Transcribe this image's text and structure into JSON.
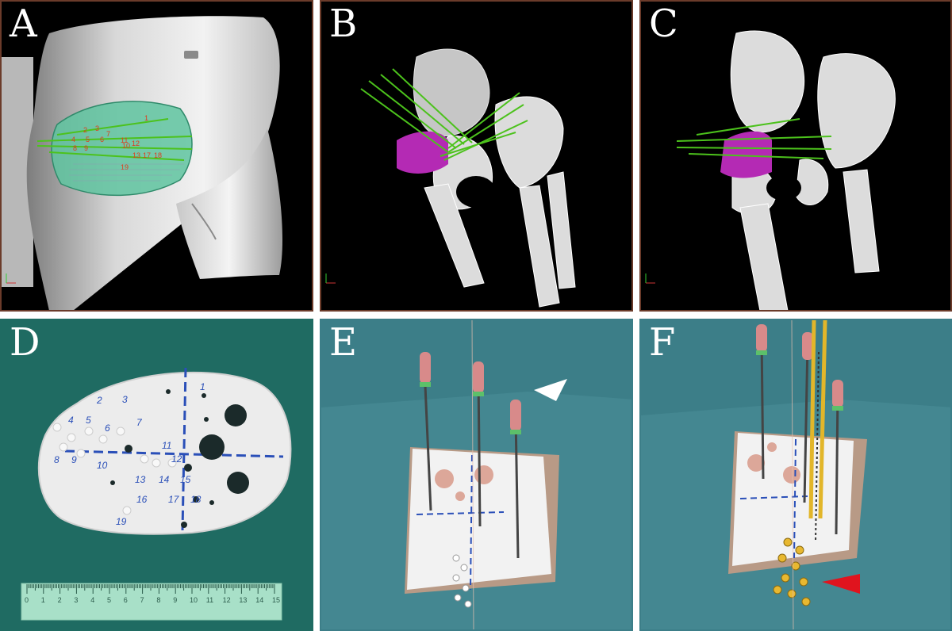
{
  "figure": {
    "panels": [
      {
        "label": "A",
        "content": "3d-body-surface-with-template"
      },
      {
        "label": "B",
        "content": "3d-pelvis-needle-plan"
      },
      {
        "label": "C",
        "content": "3d-pelvis-needle-plan-alt-view"
      },
      {
        "label": "D",
        "content": "printed-template-photo"
      },
      {
        "label": "E",
        "content": "template-on-patient-with-needles"
      },
      {
        "label": "F",
        "content": "template-on-patient-all-needles"
      }
    ],
    "template_hole_numbers": [
      "1",
      "2",
      "3",
      "4",
      "5",
      "6",
      "7",
      "8",
      "9",
      "10",
      "11",
      "12",
      "13",
      "14",
      "15",
      "16",
      "17",
      "18",
      "19"
    ],
    "ruler": {
      "ticks": [
        "0",
        "1",
        "2",
        "3",
        "4",
        "5",
        "6",
        "7",
        "8",
        "9",
        "10",
        "11",
        "12",
        "13",
        "14",
        "15"
      ],
      "unit": "cm"
    },
    "markers": {
      "E": {
        "type": "arrowhead",
        "color": "#ffffff"
      },
      "F": {
        "type": "arrowhead",
        "color": "#e0141e"
      }
    },
    "colors": {
      "template_overlay": "#5fc4a0",
      "tumor_target": "#b42ab4",
      "needle_path": "#4cc21c",
      "hole_label": "#2a4fb8",
      "planning_label": "#e03a1a"
    }
  }
}
